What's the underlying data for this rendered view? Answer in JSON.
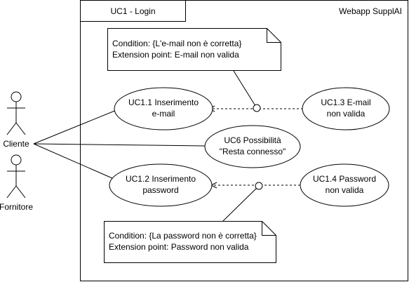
{
  "system": {
    "title": "UC1 - Login",
    "name": "Webapp SupplAI"
  },
  "actors": {
    "cliente": "Cliente",
    "fornitore": "Fornitore"
  },
  "use_cases": {
    "uc1_1": [
      "UC1.1 Inserimento",
      "e-mail"
    ],
    "uc1_2": [
      "UC1.2 Inserimento",
      "password"
    ],
    "uc1_3": [
      "UC1.3 E-mail",
      "non valida"
    ],
    "uc1_4": [
      "UC1.4 Password",
      "non valida"
    ],
    "uc6": [
      "UC6 Possibilità",
      "\"Resta connesso\""
    ]
  },
  "notes": {
    "email": [
      "Condition: {L'e-mail non è corretta}",
      "Extension point: E-mail non valida"
    ],
    "password": [
      "Condition: {La password non è corretta}",
      "Extension point: Password non valida"
    ]
  }
}
